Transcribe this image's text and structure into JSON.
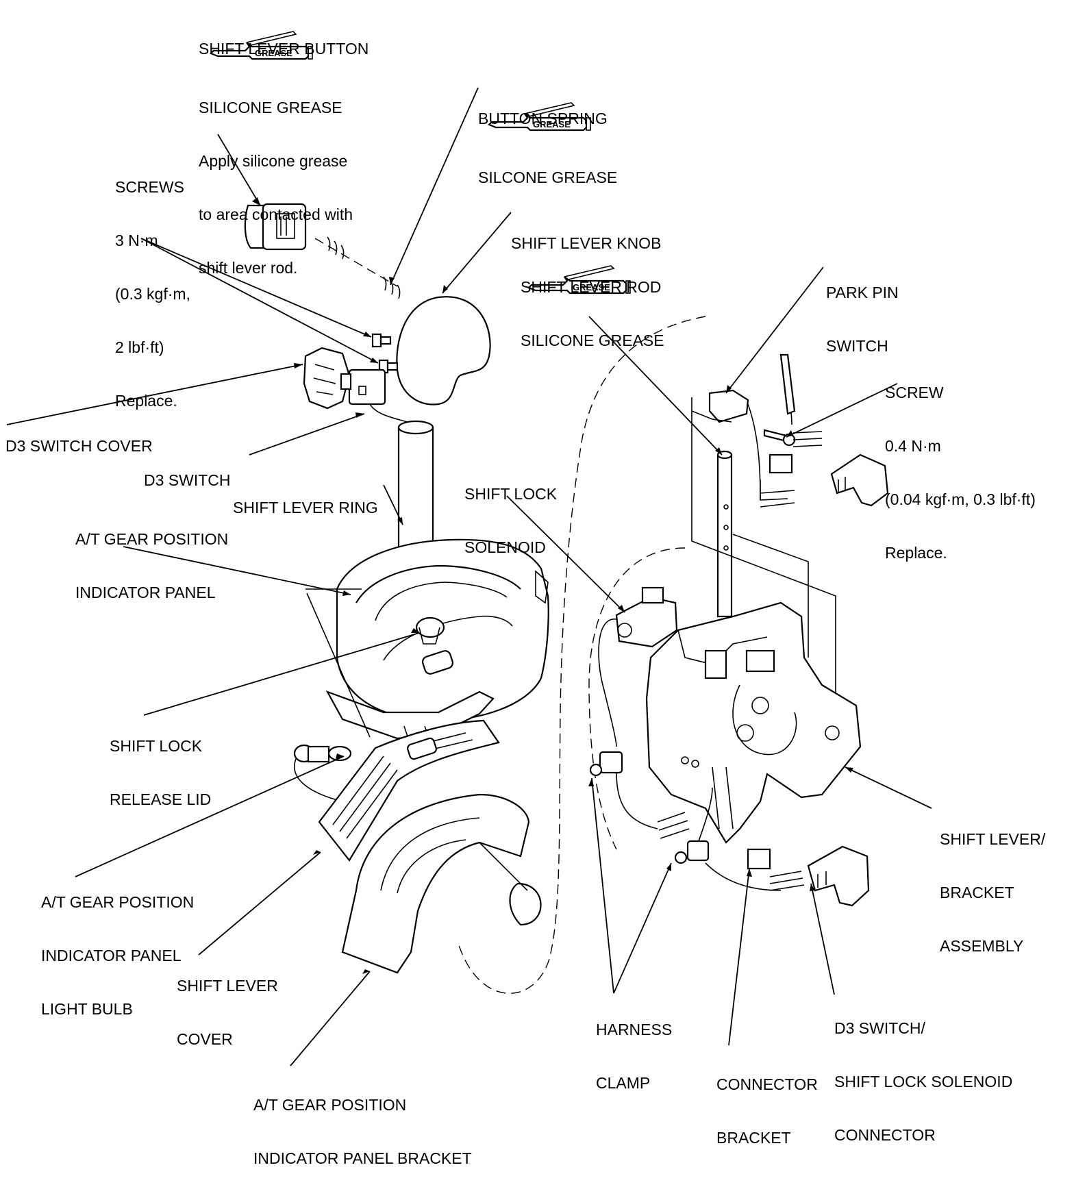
{
  "diagram": {
    "labels": [
      {
        "id": "shift-lever-button",
        "lines": [
          "SHIFT LEVER BUTTON"
        ]
      },
      {
        "id": "silicone-grease-note",
        "lines": [
          "SILICONE GREASE",
          "Apply silicone grease",
          "to area contacted with",
          "shift lever rod."
        ]
      },
      {
        "id": "button-spring",
        "lines": [
          "BUTTON SPRING"
        ]
      },
      {
        "id": "button-spring-grease",
        "lines": [
          "SILCONE GREASE"
        ]
      },
      {
        "id": "screws",
        "lines": [
          "SCREWS",
          "3 N·m",
          "(0.3 kgf·m,",
          "2 lbf·ft)",
          "Replace."
        ]
      },
      {
        "id": "shift-lever-knob",
        "lines": [
          "SHIFT LEVER KNOB"
        ]
      },
      {
        "id": "shift-lever-rod",
        "lines": [
          "SHIFT LEVER ROD"
        ]
      },
      {
        "id": "shift-lever-rod-grease",
        "lines": [
          "SILICONE GREASE"
        ]
      },
      {
        "id": "park-pin-switch",
        "lines": [
          "PARK PIN",
          "SWITCH"
        ]
      },
      {
        "id": "screw",
        "lines": [
          "SCREW",
          "0.4 N·m",
          "(0.04 kgf·m, 0.3 lbf·ft)",
          "Replace."
        ]
      },
      {
        "id": "d3-switch-cover",
        "lines": [
          "D3 SWITCH COVER"
        ]
      },
      {
        "id": "d3-switch",
        "lines": [
          "D3 SWITCH"
        ]
      },
      {
        "id": "shift-lock-solenoid",
        "lines": [
          "SHIFT LOCK",
          "SOLENOID"
        ]
      },
      {
        "id": "shift-lever-ring",
        "lines": [
          "SHIFT LEVER RING"
        ]
      },
      {
        "id": "indicator-panel",
        "lines": [
          "A/T GEAR POSITION",
          "INDICATOR PANEL"
        ]
      },
      {
        "id": "shift-lock-release-lid",
        "lines": [
          "SHIFT LOCK",
          "RELEASE LID"
        ]
      },
      {
        "id": "bracket-assembly",
        "lines": [
          "SHIFT LEVER/",
          "BRACKET",
          "ASSEMBLY"
        ]
      },
      {
        "id": "light-bulb",
        "lines": [
          "A/T GEAR POSITION",
          "INDICATOR PANEL",
          "LIGHT BULB"
        ]
      },
      {
        "id": "shift-lever-cover",
        "lines": [
          "SHIFT LEVER",
          "COVER"
        ]
      },
      {
        "id": "harness-clamp",
        "lines": [
          "HARNESS",
          "CLAMP"
        ]
      },
      {
        "id": "d3-solenoid-connector",
        "lines": [
          "D3 SWITCH/",
          "SHIFT LOCK SOLENOID",
          "CONNECTOR"
        ]
      },
      {
        "id": "connector-bracket",
        "lines": [
          "CONNECTOR",
          "BRACKET"
        ]
      },
      {
        "id": "indicator-panel-bracket",
        "lines": [
          "A/T GEAR POSITION",
          "INDICATOR PANEL BRACKET"
        ]
      }
    ],
    "grease_tube_text": "GREASE"
  }
}
